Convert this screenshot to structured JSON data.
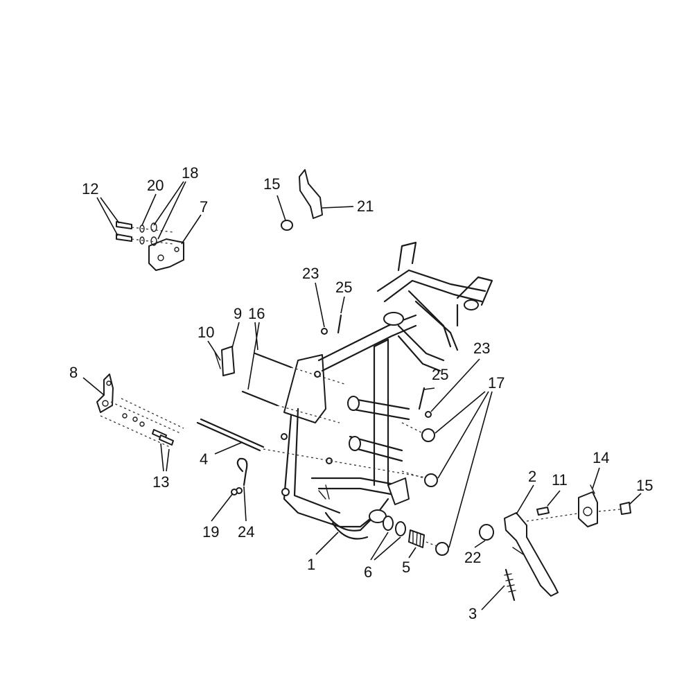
{
  "labels": {
    "n1": "1",
    "n2": "2",
    "n3": "3",
    "n4": "4",
    "n5": "5",
    "n6": "6",
    "n7": "7",
    "n8": "8",
    "n9": "9",
    "n10": "10",
    "n11": "11",
    "n12": "12",
    "n13": "13",
    "n14": "14",
    "n15a": "15",
    "n15b": "15",
    "n16": "16",
    "n17": "17",
    "n18": "18",
    "n19": "19",
    "n20": "20",
    "n21": "21",
    "n22": "22",
    "n23a": "23",
    "n23b": "23",
    "n24": "24",
    "n25a": "25",
    "n25b": "25"
  }
}
